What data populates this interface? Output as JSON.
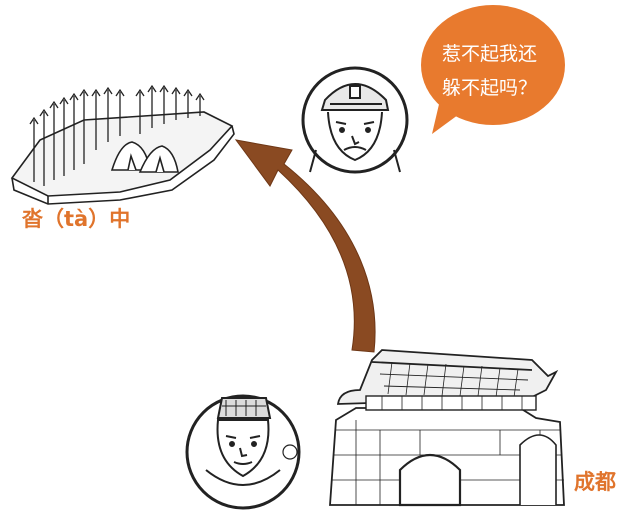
{
  "labels": {
    "tazhong": "沓（tà）中",
    "chengdu": "成都"
  },
  "speech_bubble": {
    "line1": "惹不起我还",
    "line2": "躲不起吗？"
  },
  "colors": {
    "accent_orange": "#e87a2e",
    "arrow_brown": "#8a4a22",
    "ink": "#222222"
  },
  "icons": {
    "field": "wheat-field-with-tents",
    "general": "general-portrait",
    "official": "official-portrait",
    "city": "city-gate"
  }
}
